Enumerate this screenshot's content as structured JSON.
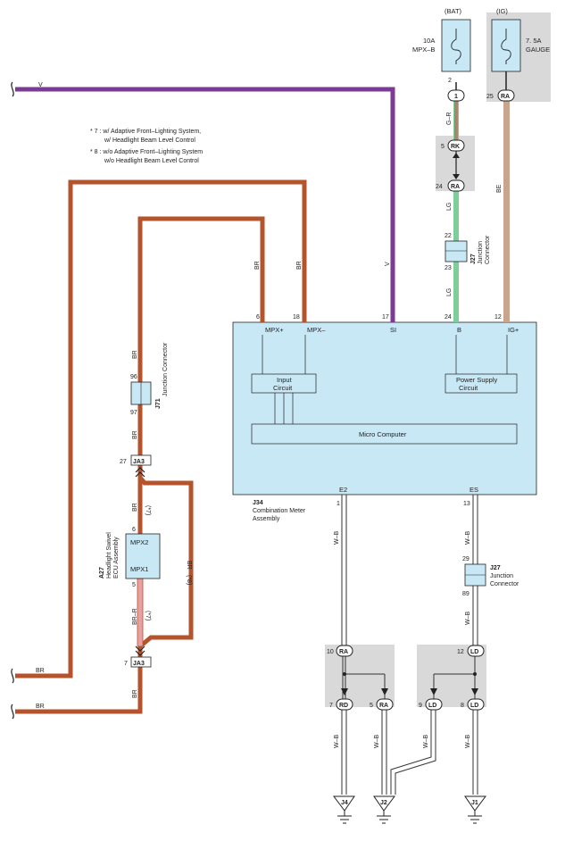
{
  "notes": {
    "n7": "* 7 : w/ Adaptive Front–Lighting System,",
    "n7b": "w/ Headlight Beam Level Control",
    "n8": "* 8 : w/o Adaptive Front–Lighting System",
    "n8b": "w/o Headlight Beam Level Control"
  },
  "fuses": {
    "bat_label": "(BAT)",
    "bat_rating": "10A",
    "bat_name": "MPX–B",
    "ig_label": "(IG)",
    "ig_rating": "7. 5A",
    "ig_name": "GAUGE"
  },
  "wire_colors": {
    "v": "V",
    "gr": "G–R",
    "lg": "LG",
    "be": "BE",
    "br": "BR",
    "brr": "BR–R",
    "wb": "W–B"
  },
  "conditions": {
    "c7": "(*7)",
    "c8": "(*8)"
  },
  "connectors": {
    "j27": "J27",
    "j27_desc1": "Junction",
    "j27_desc2": "Connector",
    "j71": "J71",
    "j71_desc": "Junction Connector",
    "ja3": "JA3",
    "a27": "A27",
    "a27_desc1": "Headlight Swivel",
    "a27_desc2": "ECU Assembly",
    "j34": "J34",
    "j34_desc1": "Combination Meter",
    "j34_desc2": "Assembly"
  },
  "meter": {
    "mpxp": "MPX+",
    "mpxm": "MPX–",
    "si": "SI",
    "b": "B",
    "igp": "IG+",
    "input1": "Input",
    "input2": "Circuit",
    "ps1": "Power Supply",
    "ps2": "Circuit",
    "micro": "Micro Computer",
    "e2": "E2",
    "es": "ES"
  },
  "swivel": {
    "mpx2": "MPX2",
    "mpx1": "MPX1"
  },
  "splices": {
    "ra": "RA",
    "rk": "RK",
    "rd": "RD",
    "ld": "LD",
    "one": "1"
  },
  "grounds": {
    "j4": "J4",
    "j2": "J2",
    "j1": "J1"
  },
  "pins": {
    "p2": "2",
    "p25": "25",
    "p5": "5",
    "p24": "24",
    "p22": "22",
    "p23": "23",
    "p6": "6",
    "p18": "18",
    "p17": "17",
    "p24b": "24",
    "p12": "12",
    "p96": "96",
    "p97": "97",
    "p27": "27",
    "p6b": "6",
    "p5b": "5",
    "p7": "7",
    "p1": "1",
    "p13": "13",
    "p29": "29",
    "p89": "89",
    "p10": "10",
    "p12b": "12",
    "p7b": "7",
    "p5c": "5",
    "p9": "9",
    "p8": "8"
  },
  "colors": {
    "violet": "#7b3a93",
    "brown": "#b5532d",
    "green": "#7dce98",
    "beige": "#c8a58c",
    "pink": "#e8a0a0",
    "box_fill": "#c8e8f6",
    "gray": "#d9d9d9"
  }
}
